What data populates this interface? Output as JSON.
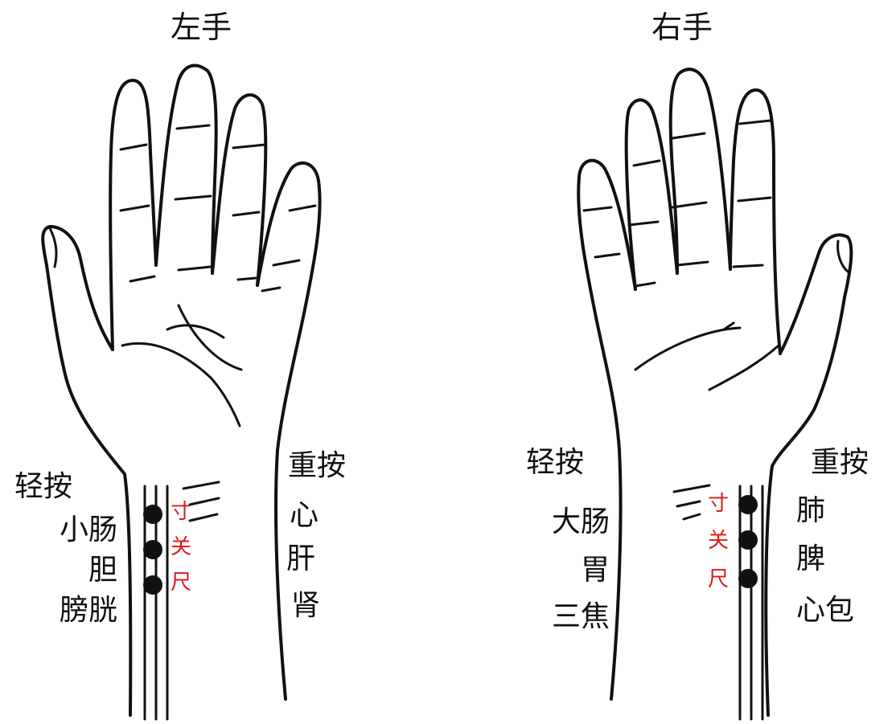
{
  "left_hand": {
    "title": "左手",
    "light_press_label": "轻按",
    "heavy_press_label": "重按",
    "light_organs": [
      "小肠",
      "胆",
      "膀胱"
    ],
    "heavy_organs": [
      "心",
      "肝",
      "肾"
    ],
    "positions": [
      "寸",
      "关",
      "尺"
    ]
  },
  "right_hand": {
    "title": "右手",
    "light_press_label": "轻按",
    "heavy_press_label": "重按",
    "light_organs": [
      "大肠",
      "胃",
      "三焦"
    ],
    "heavy_organs": [
      "肺",
      "脾",
      "心包"
    ],
    "positions": [
      "寸",
      "关",
      "尺"
    ]
  },
  "colors": {
    "ink": "#111111",
    "position_text": "#e01818",
    "background": "#ffffff"
  }
}
